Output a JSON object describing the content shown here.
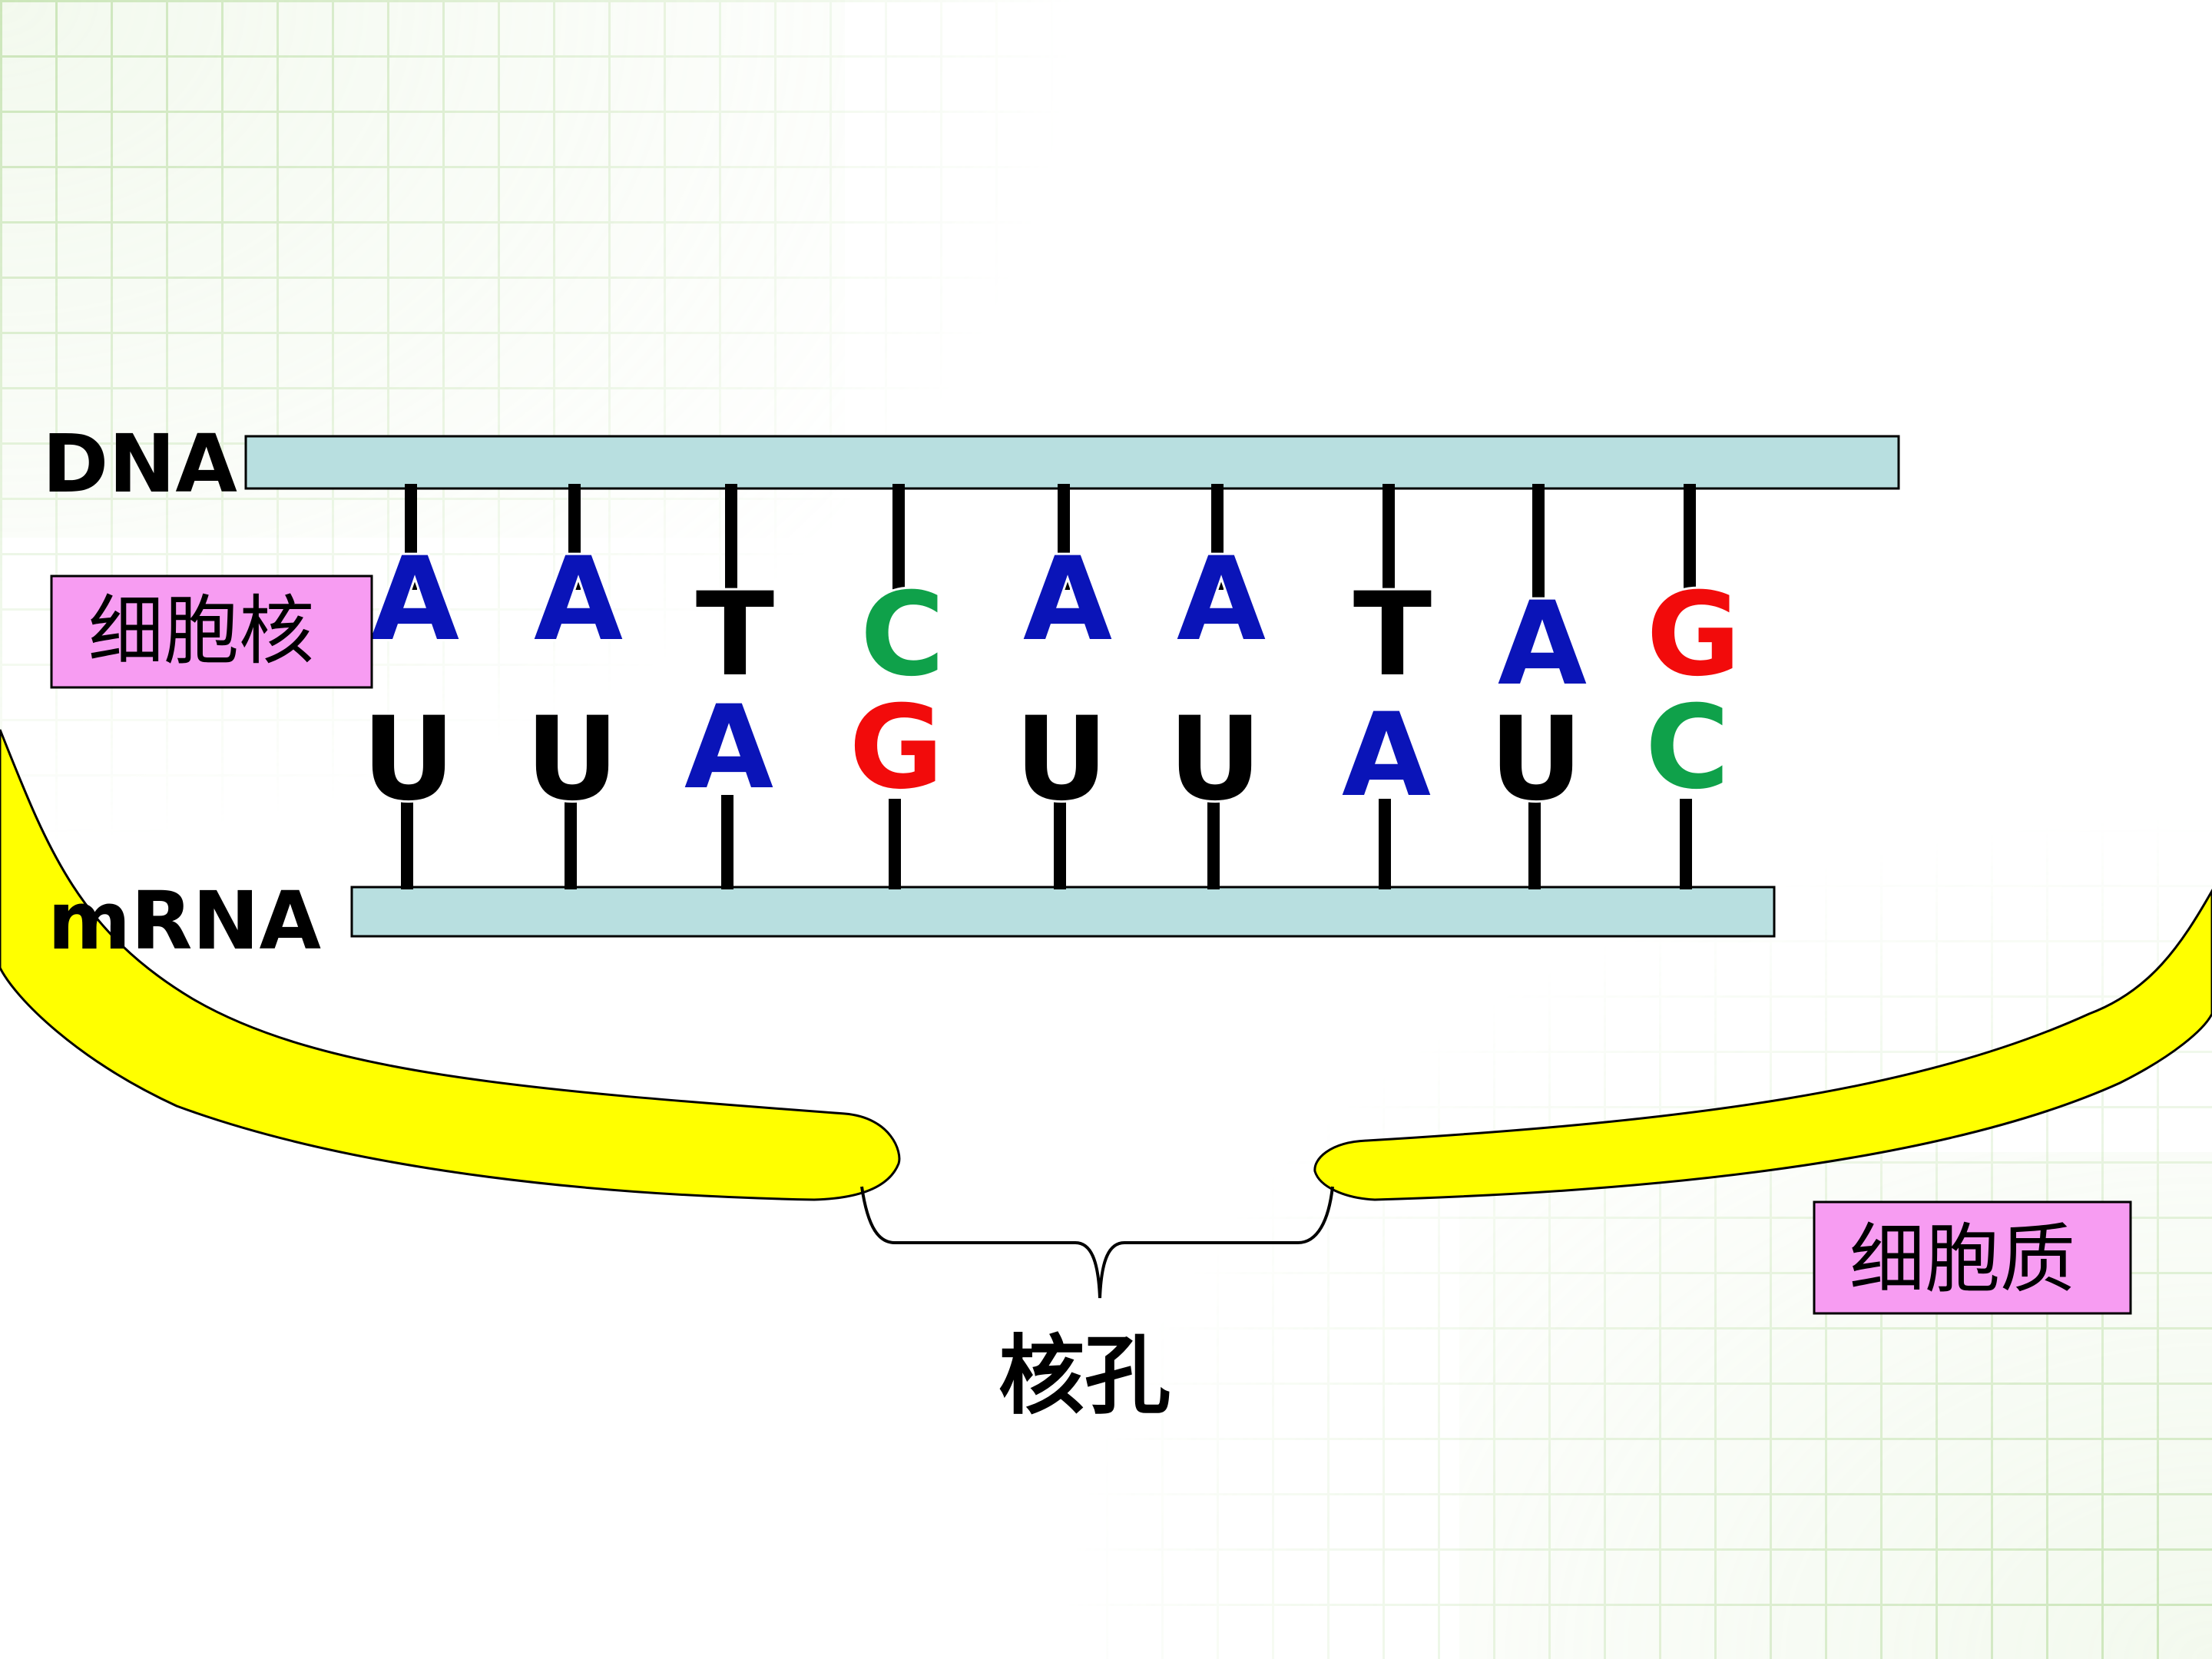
{
  "labels": {
    "dna": "DNA",
    "mrna": "mRNA",
    "nucleus": "细胞核",
    "cytoplasm": "细胞质",
    "nuclear_pore": "核孔"
  },
  "dna_bases": [
    "A",
    "A",
    "T",
    "C",
    "A",
    "A",
    "T",
    "A",
    "G"
  ],
  "mrna_bases": [
    "U",
    "U",
    "A",
    "G",
    "U",
    "U",
    "A",
    "U",
    "C"
  ],
  "base_colors": {
    "A": "#0a14b8",
    "T": "#000000",
    "C": "#0fa14a",
    "G": "#f20b0b",
    "U": "#000000"
  },
  "colors": {
    "strand_fill": "#b8dfe0",
    "membrane_fill": "#ffff00",
    "label_box_fill": "#f79cf2",
    "grid": "#d6eac9"
  }
}
